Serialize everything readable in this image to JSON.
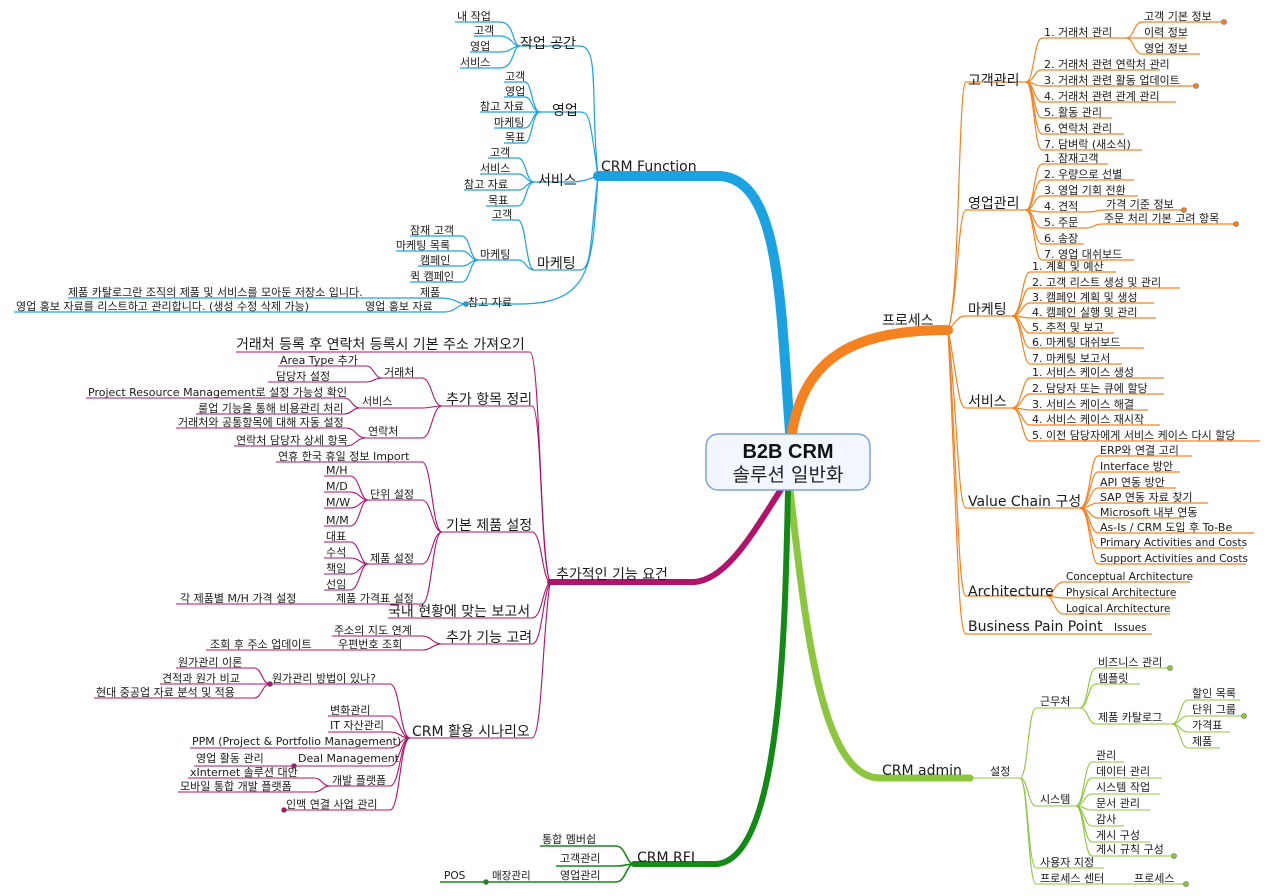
{
  "center": {
    "title": "B2B CRM",
    "subtitle": "솔루션 일반화"
  },
  "colors": {
    "blue": "#1aa3e0",
    "orange": "#f58220",
    "green_light": "#8cc63f",
    "green_dark": "#138a16",
    "magenta": "#b0126c"
  },
  "blue": {
    "root": "CRM Function",
    "workspace": {
      "label": "작업 공간",
      "items": [
        "내 작업",
        "고객",
        "영업",
        "서비스"
      ]
    },
    "sales": {
      "label": "영업",
      "items": [
        "고객",
        "영업",
        "참고 자료",
        "마케팅",
        "목표"
      ]
    },
    "service": {
      "label": "서비스",
      "items": [
        "고객",
        "서비스",
        "참고 자료",
        "목표"
      ]
    },
    "marketing": {
      "label": "마케팅",
      "top": "고객",
      "sub_label": "마케팅",
      "sub_items": [
        "잠재 고객",
        "마케팅 목록",
        "캠페인",
        "퀵 캠페인"
      ]
    },
    "reference": {
      "label": "참고 자료",
      "product": "제품",
      "product_note": "제품 카탈로그란 조직의 제품 및 서비스를 모아둔 저장소 입니다.",
      "promo": "영업 홍보 자료",
      "promo_note": "영업 홍보 자료를 리스트하고 관리합니다. (생성 수정 삭제 가능)"
    }
  },
  "orange": {
    "root": "프로세스",
    "customer": {
      "label": "고객관리",
      "sub1": "1. 거래처 관리",
      "sub1_items": [
        "고객 기본 정보",
        "이력 정보",
        "영업 정보"
      ],
      "items": [
        "2. 거래처 관련 연락처 관리",
        "3. 거래처 관련 활동 업데이트",
        "4. 거래처 관련 관계 관리",
        "5. 활동 관리",
        "6. 연락처 관리",
        "7. 담벼락 (새소식)"
      ]
    },
    "sales": {
      "label": "영업관리",
      "items": [
        "1. 잠재고객",
        "2. 우량으로 선별",
        "3. 영업 기회 전환",
        "4. 견적",
        "5. 주문",
        "6. 송장",
        "7. 영업 대쉬보드"
      ],
      "quote_detail": "가격 기준 정보",
      "order_detail": "주문 처리 기본 고려 항목"
    },
    "marketing": {
      "label": "마케팅",
      "items": [
        "1. 계획 및 예산",
        "2. 고객 리스트 생성 및 관리",
        "3. 캠페인 계획 및 생성",
        "4. 캠페인 실행 및 관리",
        "5. 추적 및 보고",
        "6. 마케팅 대쉬보드",
        "7. 마케팅 보고서"
      ]
    },
    "service": {
      "label": "서비스",
      "items": [
        "1. 서비스 케이스 생성",
        "2. 담당자 또는 큐에 할당",
        "3. 서비스 케이스 해결",
        "4. 서비스 케이스 재시작",
        "5. 이전 담당자에게 서비스 케이스 다시 할당"
      ]
    },
    "value_chain": {
      "label": "Value Chain 구성",
      "items": [
        "ERP와 연결 고리",
        "Interface 방안",
        "API 연동 방안",
        "SAP 연동 자료 찾기",
        "Microsoft 내부 연동",
        "As-Is / CRM 도입 후 To-Be",
        "Primary Activities and Costs",
        "Support Activities and Costs"
      ]
    },
    "architecture": {
      "label": "Architecture",
      "items": [
        "Conceptual Architecture",
        "Physical Architecture",
        "Logical Architecture"
      ]
    },
    "pain": {
      "label": "Business Pain Point",
      "item": "Issues"
    }
  },
  "green_light": {
    "root": "CRM admin",
    "settings": "설정",
    "workplace": {
      "label": "근무처",
      "items": [
        "비즈니스 관리",
        "템플릿"
      ],
      "catalog": "제품 카탈로그",
      "catalog_items": [
        "할인 목록",
        "단위 그룹",
        "가격표",
        "제품"
      ]
    },
    "system": {
      "label": "시스템",
      "items": [
        "관리",
        "데이터 관리",
        "시스템 작업",
        "문서 관리",
        "감사",
        "게시 구성",
        "게시 규칙 구성"
      ]
    },
    "user_settings": "사용자 지정",
    "process_center": "프로세스 센터",
    "process": "프로세스"
  },
  "green_dark": {
    "root": "CRM RFI",
    "items": [
      "통합 멤버쉽",
      "고객관리",
      "영업관리"
    ],
    "store": "매장관리",
    "pos": "POS"
  },
  "magenta": {
    "root": "추가적인 기능 요건",
    "auto_address": "거래처 등록 후 연락처 등록시 기본 주소 가져오기",
    "add_items": {
      "label": "추가 항목 정리",
      "account": "거래처",
      "account_items": [
        "Area Type 추가",
        "담당자 설정"
      ],
      "service": "서비스",
      "service_items": [
        "Project Resource Management로 설정 가능성 확인",
        "룰업 기능을 통해 비용관리 처리"
      ],
      "contact": "연락처",
      "contact_items": [
        "거래처와 공통항목에 대해 자동 설정",
        "연락처 담당자 상세 항목"
      ]
    },
    "base_product": {
      "label": "기본 제품 설정",
      "holiday": "연휴 한국 휴일 정보 Import",
      "unit": "단위 설정",
      "unit_items": [
        "M/H",
        "M/D",
        "M/W",
        "M/M"
      ],
      "product": "제품 설정",
      "product_items": [
        "대표",
        "수석",
        "책임",
        "선임"
      ],
      "price": "제품 가격표 설정",
      "price_item": "각 제품별 M/H 가격 설정"
    },
    "report": "국내 현황에 맞는 보고서",
    "extra": {
      "label": "추가 기능 고려",
      "map": "주소의 지도 연계",
      "zip": "우편번호 조회",
      "zip_item": "조회 후 주소 업데이트"
    },
    "scenario": {
      "label": "CRM 활용 시나리오",
      "cost": "원가관리 방법이 있나?",
      "cost_items": [
        "원가관리 이론",
        "견적과 원가 비교",
        "현대 중공업 자료 분석 및 적용"
      ],
      "items": [
        "변화관리",
        "IT 자산관리",
        "PPM (Project & Portfolio Management)"
      ],
      "deal": "Deal Management",
      "deal_item": "영업 활동 관리",
      "platform": "개발 플랫폼",
      "platform_items": [
        "xInternet 솔루션 대안",
        "모바일 통합 개발 플랫폼"
      ],
      "network": "인맥 연결 사업 관리"
    }
  }
}
